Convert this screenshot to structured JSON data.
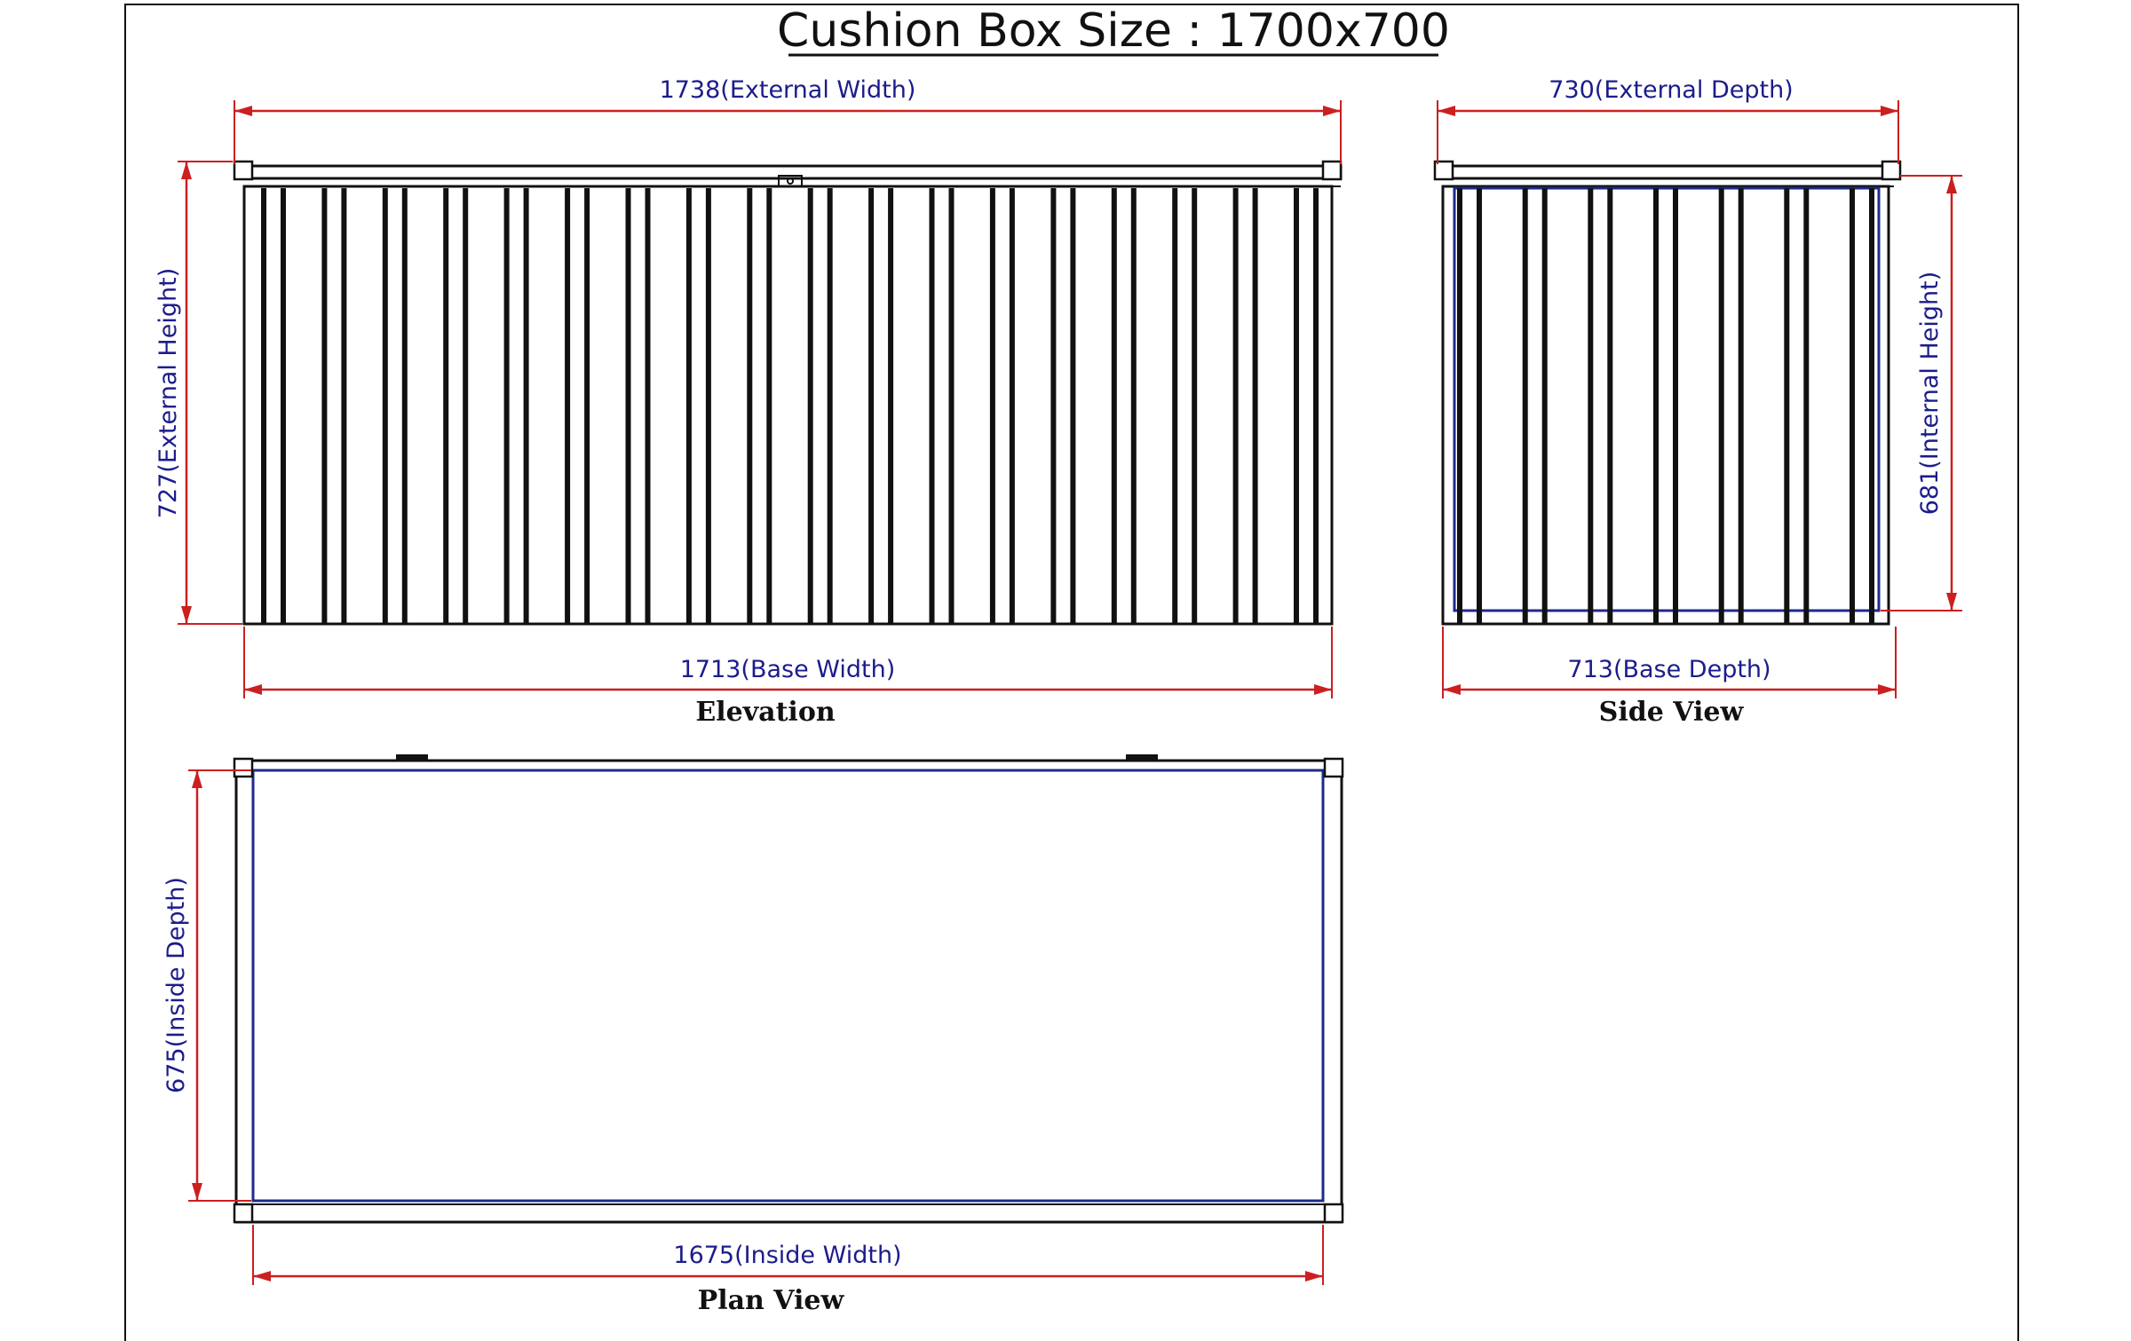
{
  "title": "Cushion Box Size : 1700x700",
  "views": {
    "elevation": "Elevation",
    "side": "Side View",
    "plan": "Plan View"
  },
  "dimensions": {
    "external_width": "1738(External Width)",
    "external_height": "727(External Height)",
    "base_width": "1713(Base Width)",
    "external_depth": "730(External Depth)",
    "internal_height": "681(Internal Height)",
    "base_depth": "713(Base Depth)",
    "inside_depth": "675(Inside Depth)",
    "inside_width": "1675(Inside Width)"
  },
  "colors": {
    "dimension_line": "#cc1f1f",
    "dimension_text": "#1c1c8c",
    "object_line": "#111111",
    "inner_outline": "#1c2a8c"
  }
}
